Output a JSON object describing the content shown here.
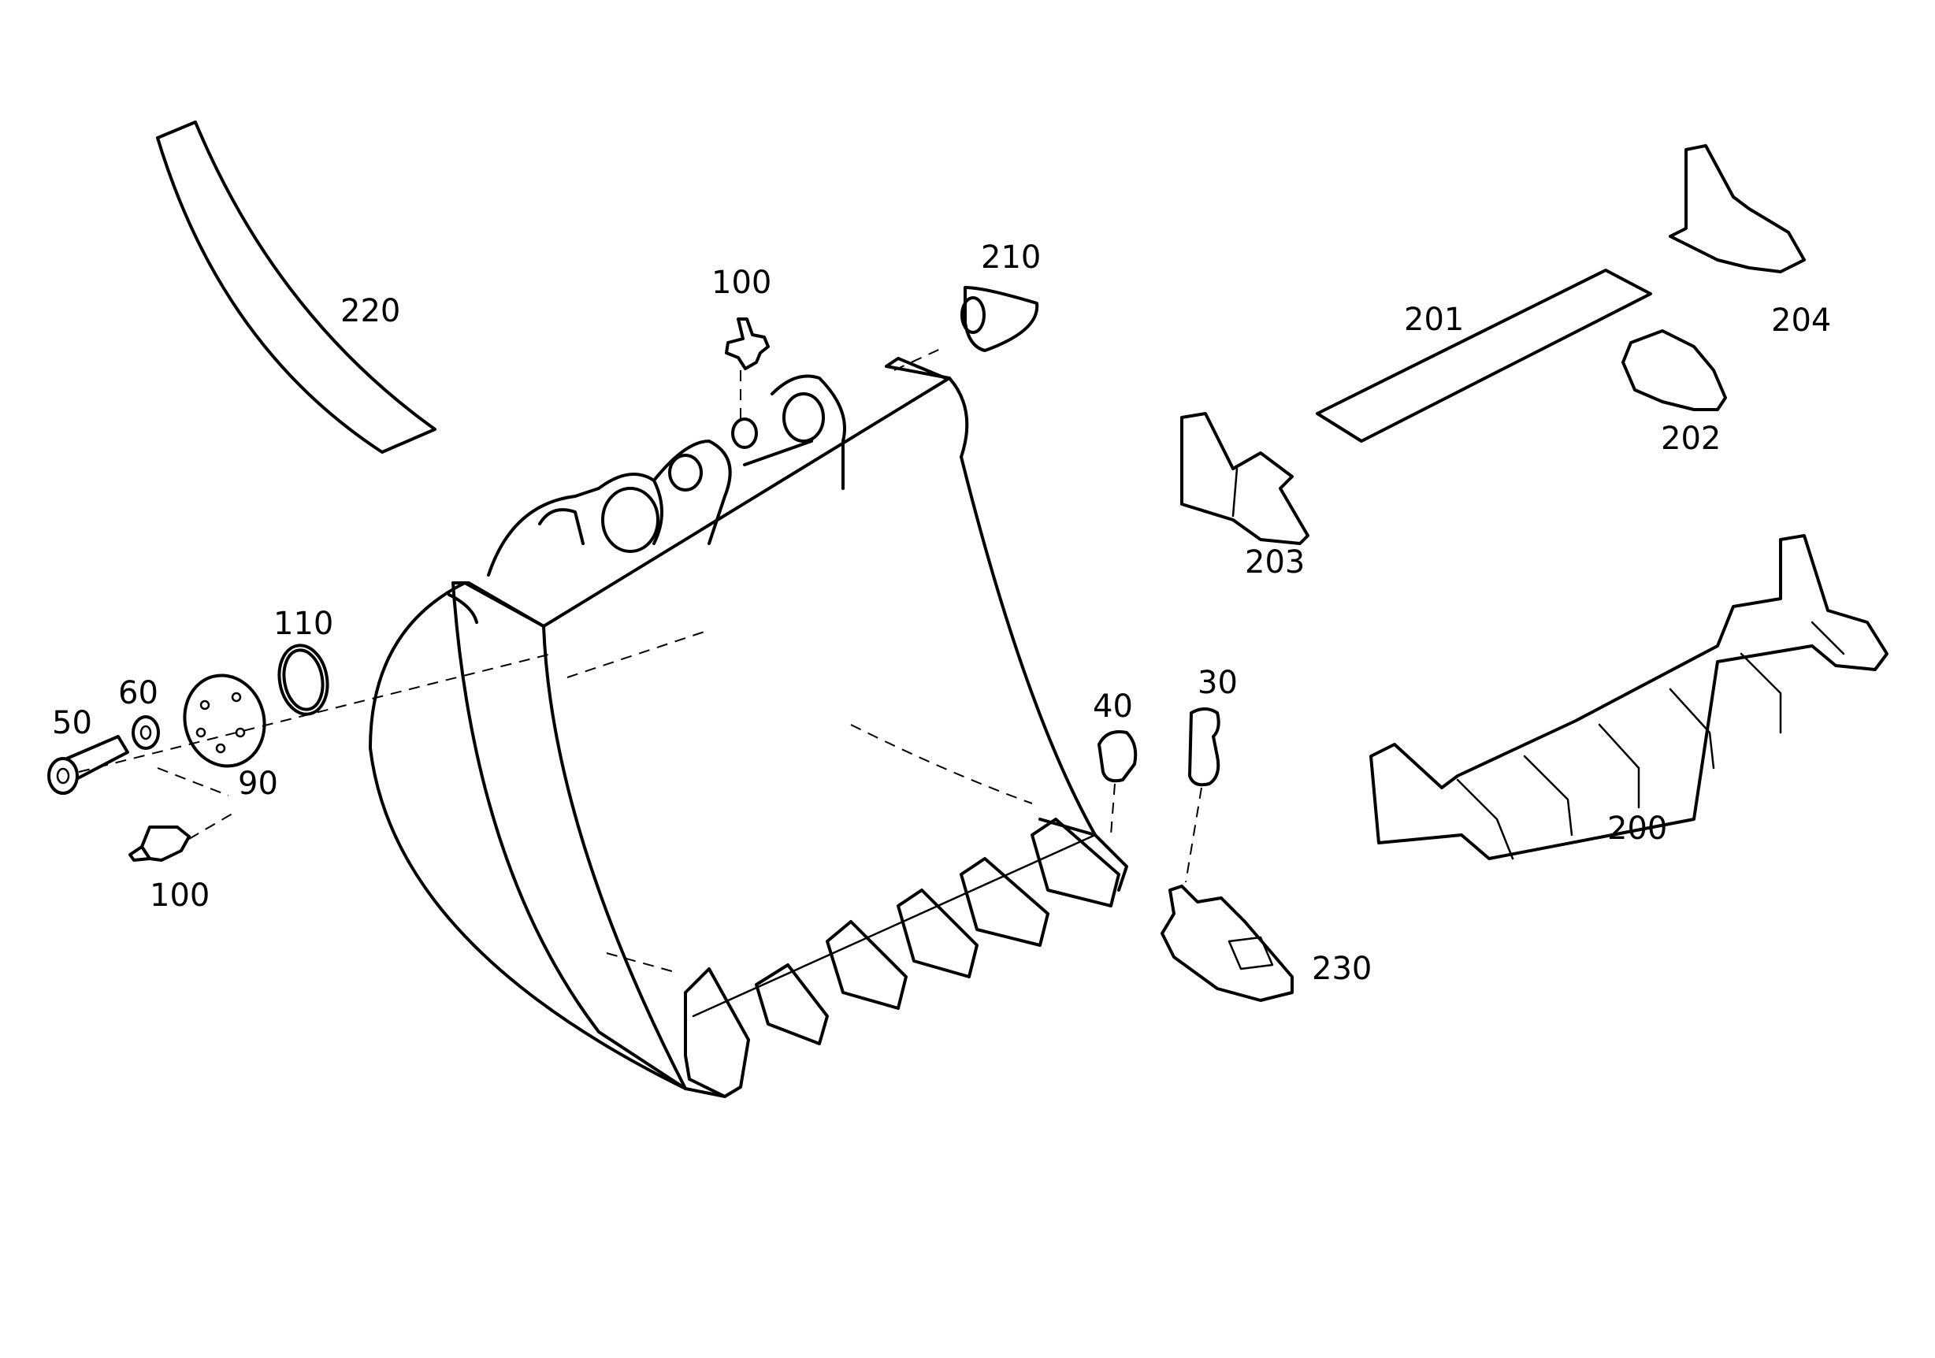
{
  "labels": {
    "p220": "220",
    "p100_top": "100",
    "p210": "210",
    "p201": "201",
    "p204": "204",
    "p202": "202",
    "p203": "203",
    "p110": "110",
    "p60": "60",
    "p50": "50",
    "p90": "90",
    "p100_bottom": "100",
    "p40": "40",
    "p30": "30",
    "p200": "200",
    "p230": "230"
  }
}
